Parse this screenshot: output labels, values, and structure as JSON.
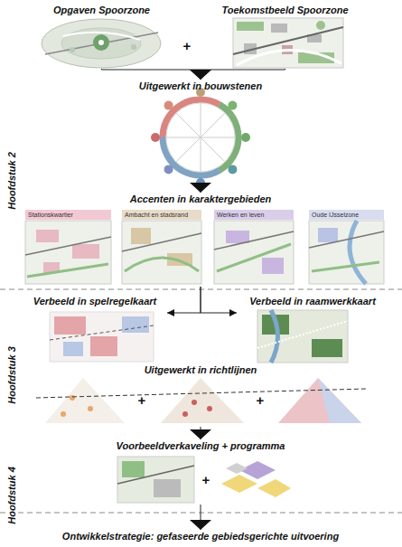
{
  "diagram": {
    "nodes": [
      {
        "text": [
          "Opgaven Spoorzone"
        ]
      },
      {
        "text": [
          "Toekomstbeeld Spoorzone"
        ]
      },
      {
        "text": [
          "Uitgewerkt in bouwstenen"
        ]
      },
      {
        "text": [
          "Accenten in karaktergebieden"
        ]
      },
      {
        "text": [
          "Stationskwartier"
        ],
        "in": 3
      },
      {
        "text": [
          "Ambacht en stadsrand"
        ],
        "in": 3
      },
      {
        "text": [
          "Werken en leven"
        ],
        "in": 3
      },
      {
        "text": [
          "Oude IJsselzone"
        ],
        "in": 3
      },
      {
        "text": [
          "Verbeeld in spelregelkaart"
        ]
      },
      {
        "text": [
          "Verbeeld in raamwerkkaart"
        ]
      },
      {
        "text": [
          "Uitgewerkt in richtlijnen"
        ]
      },
      {
        "text": [
          "Voorbeeldverkaveling + programma"
        ]
      },
      {
        "text": [
          "Ontwikkelstrategie: gefaseerde gebiedsgerichte uitvoering"
        ]
      }
    ],
    "edges": [
      {
        "from": 0,
        "to": 2,
        "arrow": "to"
      },
      {
        "from": 1,
        "to": 2,
        "arrow": "to"
      },
      {
        "from": 2,
        "to": 3,
        "arrow": "to"
      },
      {
        "from": 3,
        "to": 8,
        "arrow": "to"
      },
      {
        "from": 3,
        "to": 9,
        "arrow": "to"
      },
      {
        "from": 10,
        "to": 11,
        "arrow": "to"
      },
      {
        "from": 11,
        "to": 12,
        "arrow": "to"
      }
    ],
    "labels": [
      "+",
      "Hoofdstuk 2",
      "Hoofdstuk 3",
      "+",
      "+",
      "+",
      "Hoofdstuk 4"
    ]
  }
}
